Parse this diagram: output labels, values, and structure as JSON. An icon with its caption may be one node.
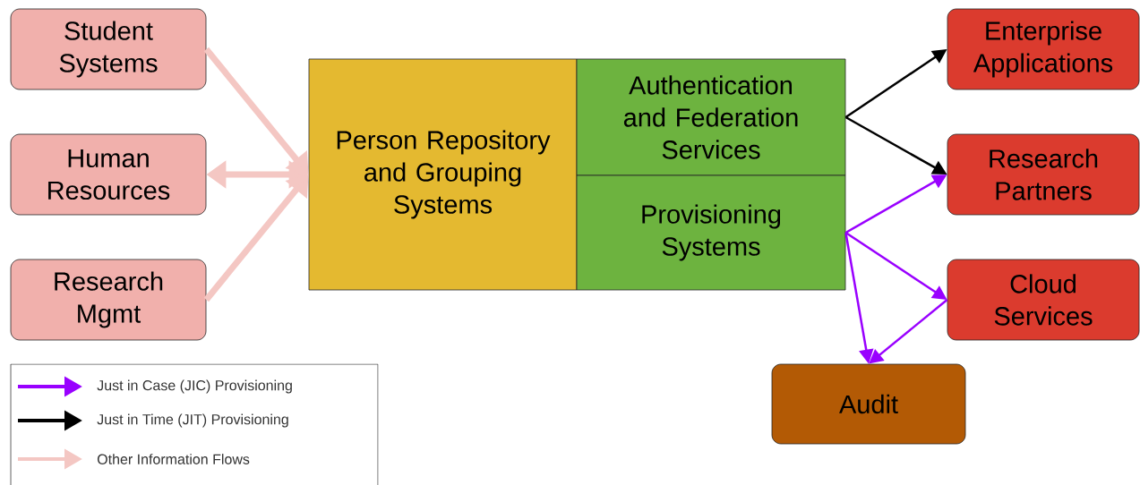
{
  "diagram": {
    "nodes": [
      {
        "text": [
          "Student Systems"
        ]
      },
      {
        "text": [
          "Human Resources"
        ]
      },
      {
        "text": [
          "Research Mgmt"
        ]
      },
      {
        "text": [
          "Person Repository and Grouping Systems"
        ]
      },
      {
        "text": [
          "Authentication and Federation Services"
        ]
      },
      {
        "text": [
          "Provisioning Systems"
        ]
      },
      {
        "text": [
          "Enterprise Applications"
        ]
      },
      {
        "text": [
          "Research Partners"
        ]
      },
      {
        "text": [
          "Cloud Services"
        ]
      },
      {
        "text": [
          "Audit"
        ]
      }
    ],
    "edges": [
      {
        "from": 0,
        "to": 3,
        "arrow": "to",
        "style": "thick",
        "color": "#f4c7c3"
      },
      {
        "from": 1,
        "to": 3,
        "arrow": "both",
        "style": "thick",
        "color": "#f4c7c3"
      },
      {
        "from": 2,
        "to": 3,
        "arrow": "to",
        "style": "thick",
        "color": "#f4c7c3"
      },
      {
        "from": 4,
        "to": 6,
        "arrow": "to",
        "color": "#000000"
      },
      {
        "from": 4,
        "to": 7,
        "arrow": "to",
        "color": "#000000"
      },
      {
        "from": 5,
        "to": 7,
        "arrow": "to"
      },
      {
        "from": 5,
        "to": 8,
        "arrow": "to"
      },
      {
        "from": 5,
        "to": 9,
        "arrow": "to"
      },
      {
        "from": 8,
        "to": 9,
        "arrow": "to"
      }
    ],
    "legend": [
      {
        "text": "Just in Case (JIC) Provisioning",
        "color": "#9900ff"
      },
      {
        "text": "Just in Time (JIT) Provisioning",
        "color": "#000000"
      },
      {
        "text": "Other Information Flows",
        "color": "#f4c7c3"
      }
    ]
  }
}
